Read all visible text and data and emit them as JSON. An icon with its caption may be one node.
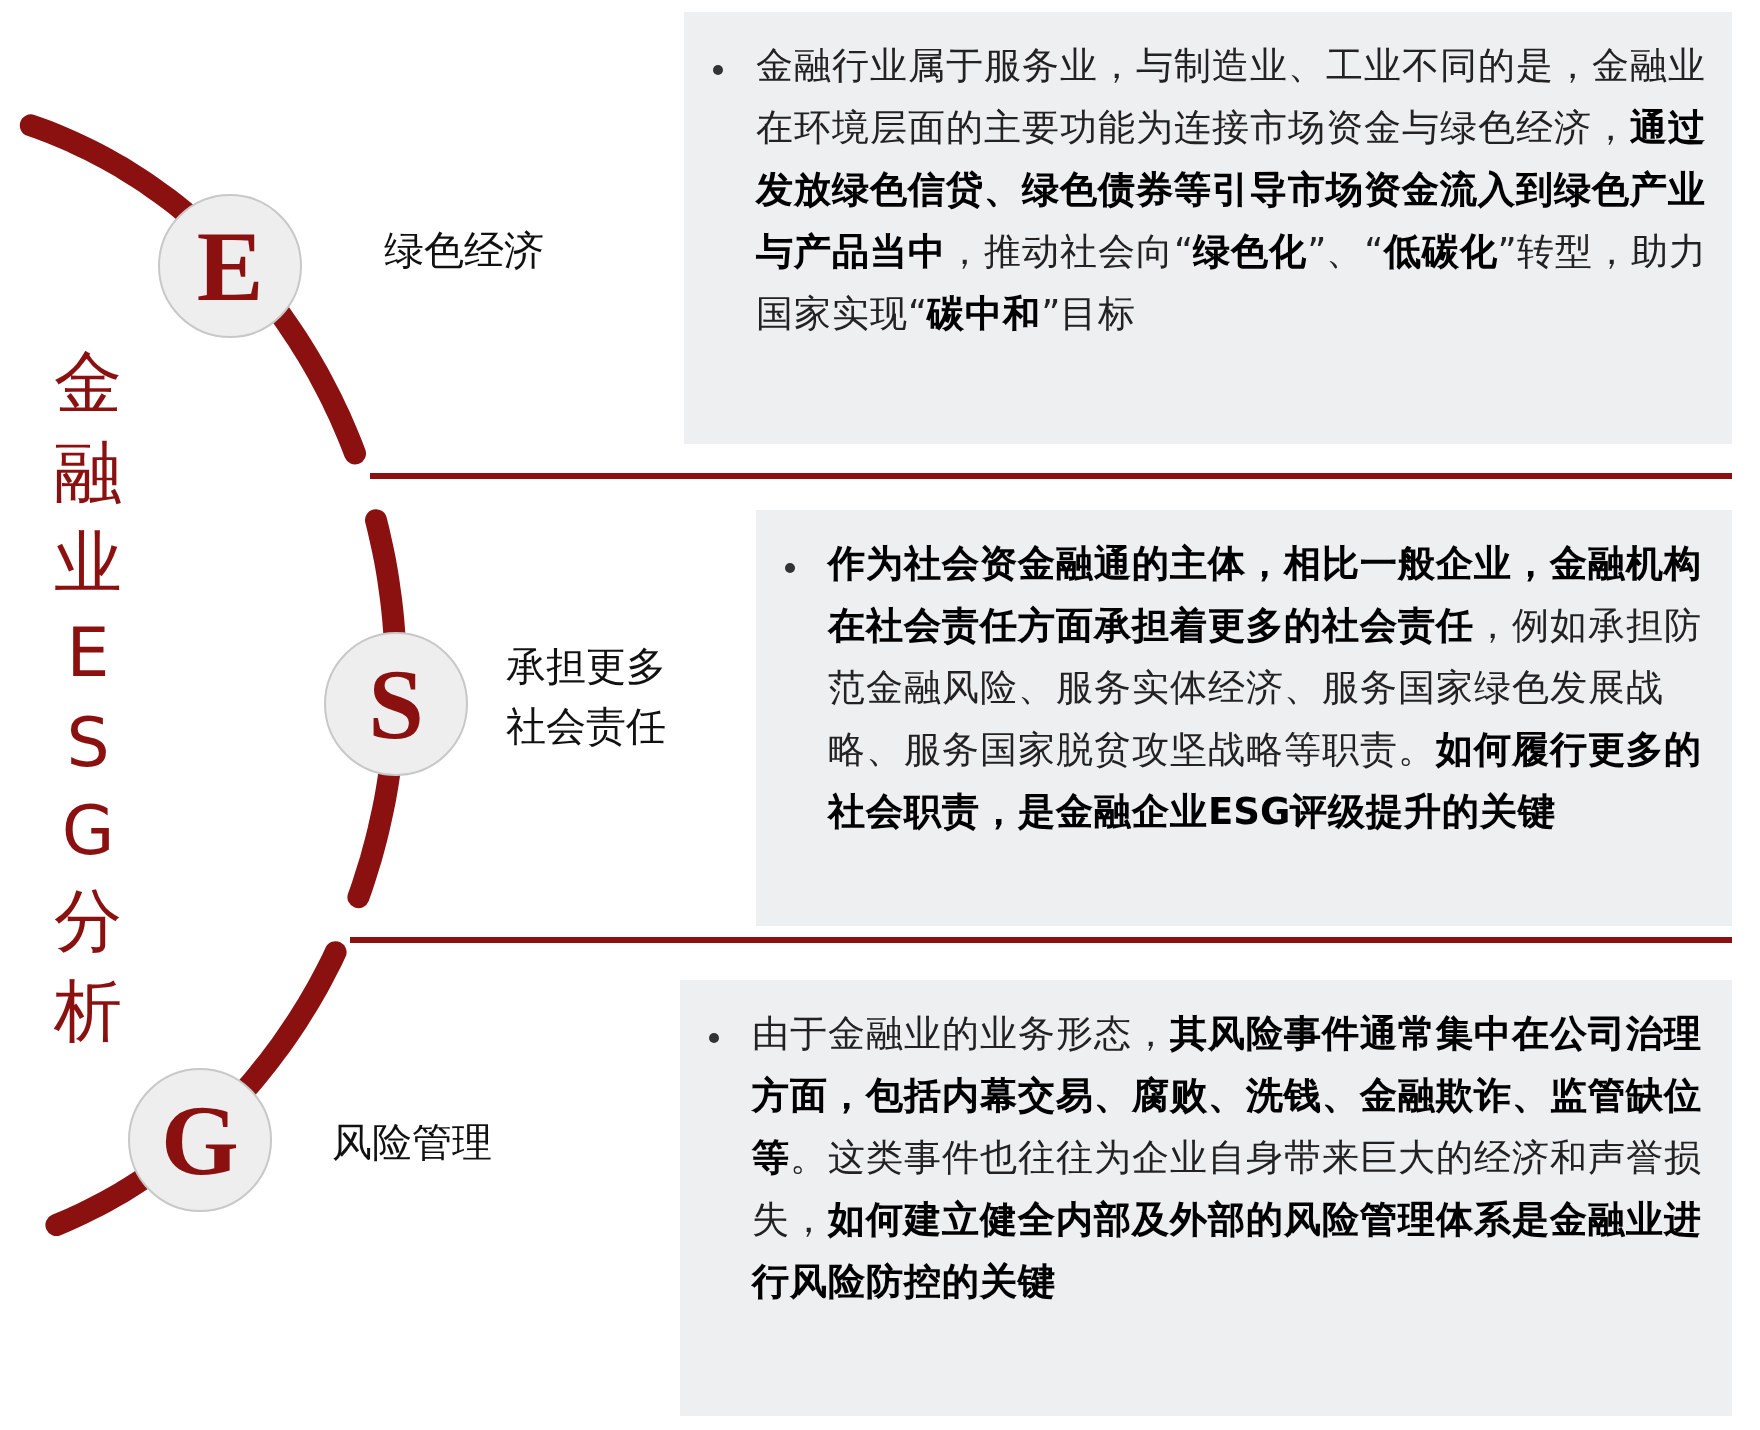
{
  "diagram": {
    "title": "金融业ESG分析",
    "nodes": [
      {
        "text": [
          "E"
        ],
        "beside": [
          "绿色经济"
        ]
      },
      {
        "text": [
          "S"
        ],
        "beside": [
          "承担更多社会责任"
        ]
      },
      {
        "text": [
          "G"
        ],
        "beside": [
          "风险管理"
        ]
      },
      {
        "text": [
          "金融行业属于服务业，与制造业、工业不同的是，金融业在环境层面的主要功能为连接市场资金与绿色经济，**通过发放绿色信贷、绿色债券等引导市场资金流入到绿色产业与产品当中**，推动社会向“**绿色化**”、“**低碳化**”转型，助力国家实现“**碳中和**”目标"
        ]
      },
      {
        "text": [
          "**作为社会资金融通的主体，相比一般企业，金融机构在社会责任方面承担着更多的社会责任**，例如承担防范金融风险、服务实体经济、服务国家绿色发展战略、服务国家脱贫攻坚战略等职责。**如何履行更多的社会职责，是金融企业ESG评级提升的关键**"
        ]
      },
      {
        "text": [
          "由于金融业的业务形态，**其风险事件通常集中在公司治理方面，包括内幕交易、腐败、洗钱、金融欺诈、监管缺位等**。这类事件也往往为企业自身带来巨大的经济和声誉损失，**如何建立健全内部及外部的风险管理体系是金融业进行风险防控的关键**"
        ]
      }
    ],
    "edges": []
  }
}
